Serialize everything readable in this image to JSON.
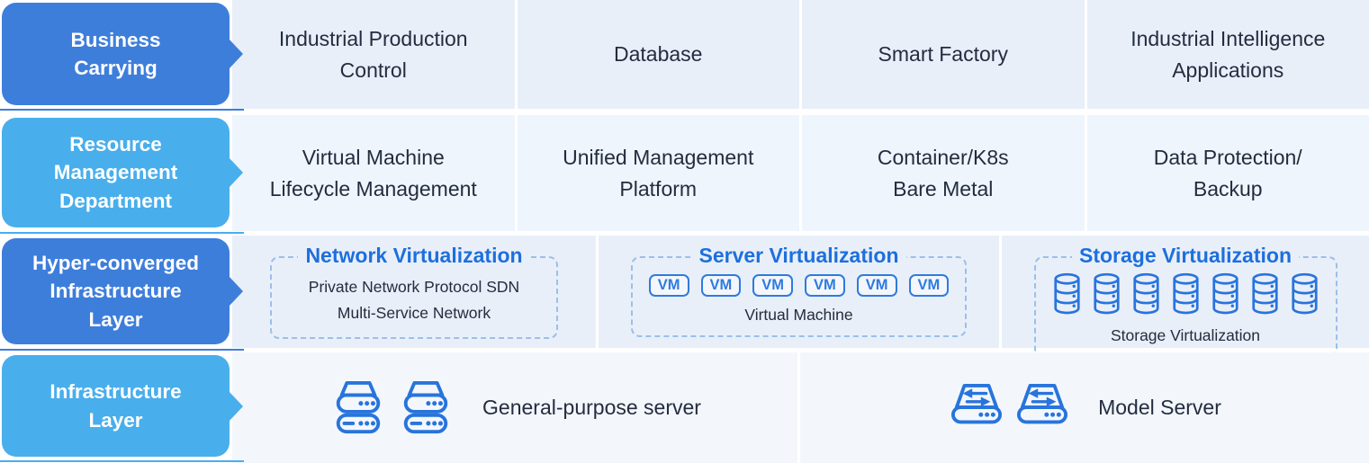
{
  "colors": {
    "label_dark_blue": "#3e7edb",
    "label_light_blue": "#49aeec",
    "accent_blue": "#1d6fdd",
    "icon_blue": "#2874dc",
    "cell_bg": "#e9eff9",
    "cell_bg_light": "#eff5fc",
    "cell_bg_lighter": "#f3f7fc",
    "dash_border": "#9bbfea",
    "text_dark": "#232d3f"
  },
  "rows": [
    {
      "label": "Business\nCarrying",
      "cells": [
        "Industrial Production\nControl",
        "Database",
        "Smart Factory",
        "Industrial Intelligence\nApplications"
      ]
    },
    {
      "label": "Resource\nManagement\nDepartment",
      "cells": [
        "Virtual Machine\nLifecycle Management",
        "Unified Management\nPlatform",
        "Container/K8s\nBare Metal",
        "Data Protection/\nBackup"
      ]
    },
    {
      "label": "Hyper-converged\nInfrastructure\nLayer",
      "sections": [
        {
          "title": "Network Virtualization",
          "lines": "Private Network Protocol SDN\nMulti-Service Network"
        },
        {
          "title": "Server Virtualization",
          "vm_label": "VM",
          "vm_count": 6,
          "caption": "Virtual Machine"
        },
        {
          "title": "Storage Virtualization",
          "cylinder_count": 7,
          "caption": "Storage Virtualization"
        }
      ]
    },
    {
      "label": "Infrastructure\nLayer",
      "items": [
        {
          "icon": "rack-server-icon",
          "icon_count": 2,
          "label": "General-purpose server"
        },
        {
          "icon": "disk-transfer-icon",
          "icon_count": 2,
          "label": "Model Server"
        }
      ]
    }
  ]
}
